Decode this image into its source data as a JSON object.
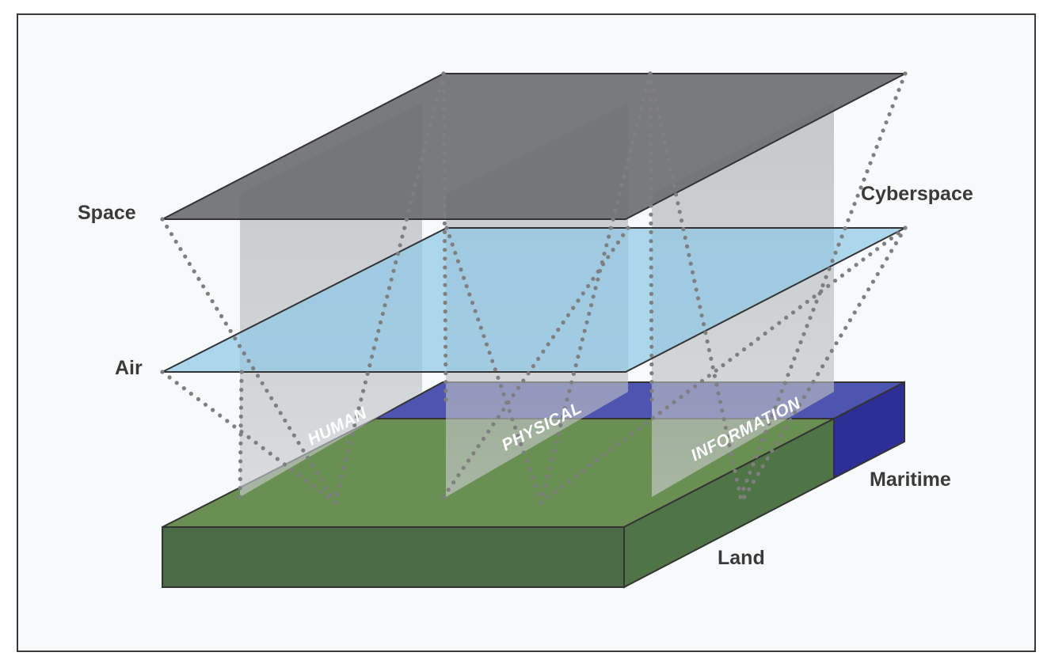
{
  "domains": {
    "space": "Space",
    "air": "Air",
    "cyberspace": "Cyberspace",
    "maritime": "Maritime",
    "land": "Land"
  },
  "dimensions": {
    "human": "HUMAN",
    "physical": "PHYSICAL",
    "information": "INFORMATION"
  },
  "colors": {
    "background": "#f7f9fb",
    "frame_border": "#3a3a3a",
    "space_plane": "#6e6f72",
    "air_plane": "#8fc8e6",
    "land_top": "#6a8f52",
    "land_side": "#4b6e46",
    "maritime": "#333399",
    "dimension_curtain": "#b5b8bb",
    "dotted_lines": "#7f7f7f",
    "label_text": "#3a3a3a"
  }
}
